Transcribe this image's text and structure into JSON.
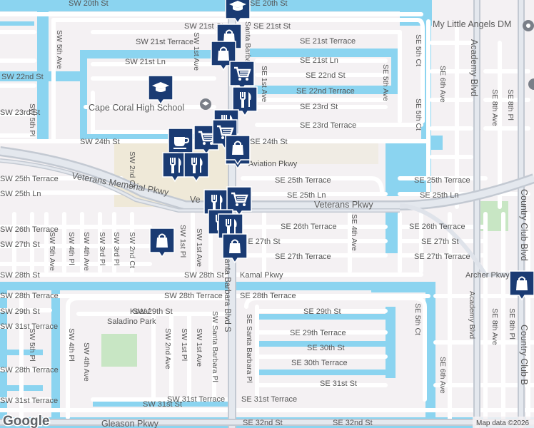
{
  "labels": {
    "sw20": "SW 20th St",
    "se20": "SE 20th St",
    "sw21": "SW 21st St",
    "se21": "SE 21st St",
    "sw21t": "SW 21st Terrace",
    "se21t": "SE 21st Terrace",
    "sw21l": "SW 21st Ln",
    "se21l": "SE 21st Ln",
    "sw22": "SW 22nd St",
    "se22": "SE 22nd St",
    "se22t": "SE 22nd Terrace",
    "sw23": "SW 23rd St",
    "se23": "SE 23rd St",
    "se23t": "SE 23rd Terrace",
    "sw24": "SW 24th St",
    "se24": "SE 24th St",
    "vetpkwy_w": "Veterans Memorial Pkwy",
    "vetpkwy_e": "Veterans Pkwy",
    "aviation": "Aviation Pkwy",
    "se25t": "SE 25th Terrace",
    "se25t2": "SE 25th Terrace",
    "sw25t": "SW 25th Terrace",
    "sw25l": "SW 25th Ln",
    "se25l": "SE 25th Ln",
    "se25l2": "SE 25th Ln",
    "sw26t": "SW 26th Terrace",
    "se26t": "SE 26th Terrace",
    "se26t2": "SE 26th Terrace",
    "sw27": "SW 27th St",
    "se27": "SE 27th St",
    "se27b": "SE 27th St",
    "se27t": "SE 27th Terrace",
    "se27t2": "SE 27th Terrace",
    "sw28": "SW 28th St",
    "kamal": "Kamal Pkwy",
    "archer": "Archer Pkwy",
    "sw28t": "SW 28th Terrace",
    "se28t": "SE 28th Terrace",
    "sw29": "SW 29th St",
    "se29": "SE 29th St",
    "se29t": "SE 29th Terrace",
    "se30": "SE 30th St",
    "se30t": "SE 30th Terrace",
    "sw31": "SW 31st St",
    "se31": "SE 31st St",
    "sw31t": "SW 31st Terrace",
    "se31t": "SE 31st Terrace",
    "gleason": "Gleason Pkwy",
    "se32": "SE 32nd St",
    "se32b": "SE 32nd St",
    "sw5av": "SW 5th Ave",
    "sw5pl": "SW 5th Pl",
    "sw4pl": "SW 4th Pl",
    "sw4av": "SW 4th Ave",
    "sw3pl": "SW 3rd Pl",
    "sw2ct": "SW 2nd Ct",
    "sw2ct2": "SW 2nd Ct",
    "sw1pl": "SW 1st Pl",
    "sw1av": "SW 1st Ave",
    "sw1av2": "SW 1st Ave",
    "sw2av": "SW 2nd Ave",
    "santabarbara_pl": "SW Santa Barbara Pl",
    "santabarbara_blvd": "Santa Barbara Blvd S",
    "santabarbara_n": "Santa Barbara",
    "se_sb_pl": "SE Santa Barbara Pl",
    "se1av": "SE 1st Ave",
    "se4av": "SE 4th Ave",
    "se5av": "SE 5th Ave",
    "se5ct": "SE 5th Ct",
    "se5ct2": "SE 5th Ct",
    "se5ct3": "SE 5th Ct",
    "se6av": "SE 6th Ave",
    "se6av2": "SE 6th Ave",
    "academy": "Academy Blvd",
    "academy2": "Academy Blvd",
    "se8av": "SE 8th Ave",
    "se8av2": "SE 8th Ave",
    "se8pl": "SE 8th Pl",
    "se8pl2": "SE 8th Pl",
    "countryclub": "Country Club Blvd",
    "countryclub2": "Country Club B",
    "highschool": "Cape Coral High School",
    "park": "Koza/ Saladino Park",
    "park_l1": "Koza/",
    "park_l2": "Saladino Park",
    "angels": "My Little Angels DM",
    "ve_frag": "Ve"
  },
  "attribution": {
    "logo": "Google",
    "map_data": "Map data ©2026"
  },
  "colors": {
    "land": "#f4f1f3",
    "water": "#8bd4f0",
    "road": "#ffffff",
    "major_road": "#dde2ea",
    "highway": "#c7cdd6",
    "park": "#c8e6c4",
    "poi_marker": "#1a3b73"
  },
  "markers": [
    {
      "icon": "graduation-cap-icon"
    },
    {
      "icon": "shopping-bag-icon"
    },
    {
      "icon": "shopping-bag-icon"
    },
    {
      "icon": "graduation-cap-icon"
    },
    {
      "icon": "shopping-cart-icon"
    },
    {
      "icon": "restaurant-icon"
    },
    {
      "icon": "restaurant-icon"
    },
    {
      "icon": "coffee-icon"
    },
    {
      "icon": "shopping-cart-icon"
    },
    {
      "icon": "shopping-cart-icon"
    },
    {
      "icon": "shopping-bag-icon"
    },
    {
      "icon": "restaurant-icon"
    },
    {
      "icon": "restaurant-icon"
    },
    {
      "icon": "restaurant-icon"
    },
    {
      "icon": "shopping-cart-icon"
    },
    {
      "icon": "restaurant-icon"
    },
    {
      "icon": "restaurant-icon"
    },
    {
      "icon": "shopping-bag-icon"
    },
    {
      "icon": "shopping-bag-icon"
    },
    {
      "icon": "shopping-bag-icon"
    },
    {
      "icon": "shopping-bag-icon"
    }
  ]
}
